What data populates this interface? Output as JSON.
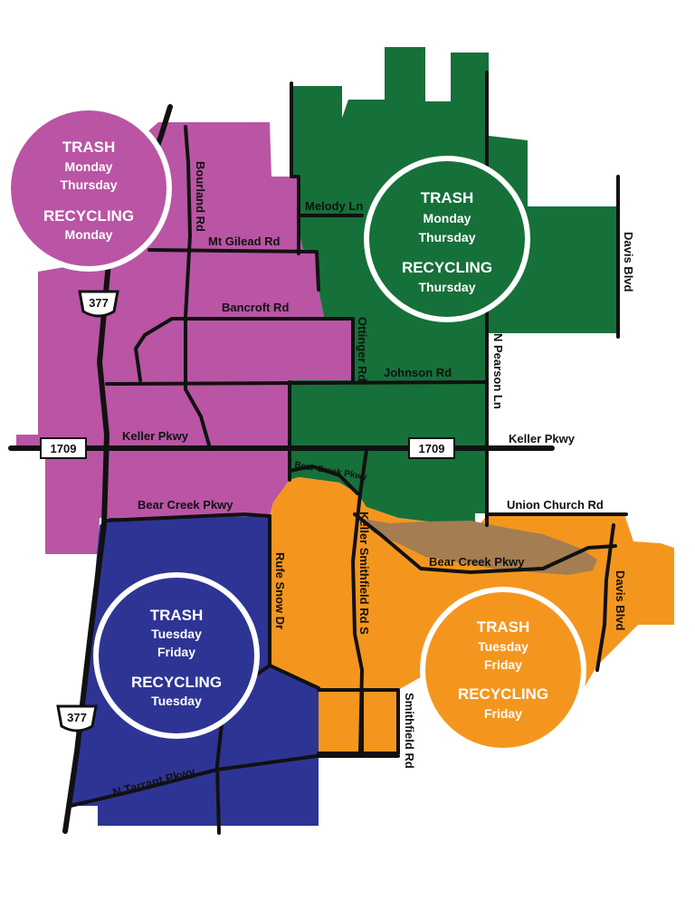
{
  "colors": {
    "purple": "#B955A4",
    "green": "#16703A",
    "navy": "#2E3494",
    "orange": "#F4961E",
    "brown": "#A57D52"
  },
  "zones": {
    "purple": {
      "trash_label": "TRASH",
      "trash_day1": "Monday",
      "trash_day2": "Thursday",
      "recycling_label": "RECYCLING",
      "recycling_day": "Monday"
    },
    "green": {
      "trash_label": "TRASH",
      "trash_day1": "Monday",
      "trash_day2": "Thursday",
      "recycling_label": "RECYCLING",
      "recycling_day": "Thursday"
    },
    "navy": {
      "trash_label": "TRASH",
      "trash_day1": "Tuesday",
      "trash_day2": "Friday",
      "recycling_label": "RECYCLING",
      "recycling_day": "Tuesday"
    },
    "orange": {
      "trash_label": "TRASH",
      "trash_day1": "Tuesday",
      "trash_day2": "Friday",
      "recycling_label": "RECYCLING",
      "recycling_day": "Friday"
    }
  },
  "roads": {
    "bourland": "Bourland Rd",
    "mt_gilead": "Mt Gilead Rd",
    "melody": "Melody Ln",
    "bancroft": "Bancroft Rd",
    "ottinger": "Ottinger Rd",
    "johnson": "Johnson Rd",
    "n_pearson": "N Pearson Ln",
    "davis_north": "Davis Blvd",
    "keller_west": "Keller Pkwy",
    "keller_east": "Keller Pkwy",
    "bear_creek_small": "Bear Creek Pkwy",
    "bear_creek_west": "Bear Creek Pkwy",
    "bear_creek_east": "Bear Creek Pkwy",
    "union_church": "Union Church Rd",
    "rufe_snow": "Rufe Snow Dr",
    "keller_smithfield": "Keller Smithfield Rd S",
    "davis_south": "Davis Blvd",
    "smithfield": "Smithfield Rd",
    "n_tarrant": "N Tarrant Pkwy"
  },
  "shields": {
    "us377_north": "377",
    "us377_south": "377",
    "fm1709_west": "1709",
    "fm1709_east": "1709"
  }
}
